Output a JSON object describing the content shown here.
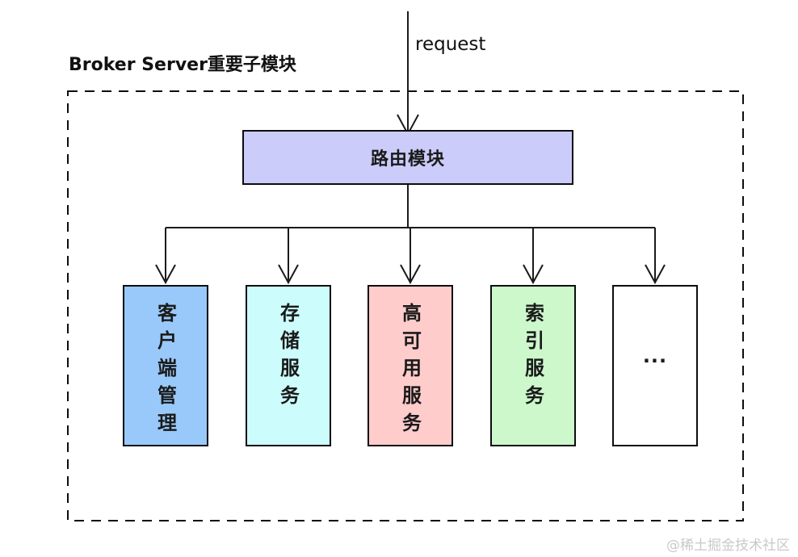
{
  "title": "Broker Server重要子模块",
  "request_label": "request",
  "router": {
    "label": "路由模块",
    "color": "#ccccfa"
  },
  "modules": [
    {
      "label": "客户端管理",
      "color": "#99c9fb",
      "vertical": true
    },
    {
      "label": "存储服务",
      "color": "#ccfcfc",
      "vertical": true
    },
    {
      "label": "高可用服务",
      "color": "#ffcccc",
      "vertical": true
    },
    {
      "label": "索引服务",
      "color": "#ccf8cc",
      "vertical": true
    },
    {
      "label": "...",
      "color": "#ffffff",
      "vertical": false
    }
  ],
  "watermark": "@稀土掘金技术社区",
  "line_color": "#1a1a1a"
}
